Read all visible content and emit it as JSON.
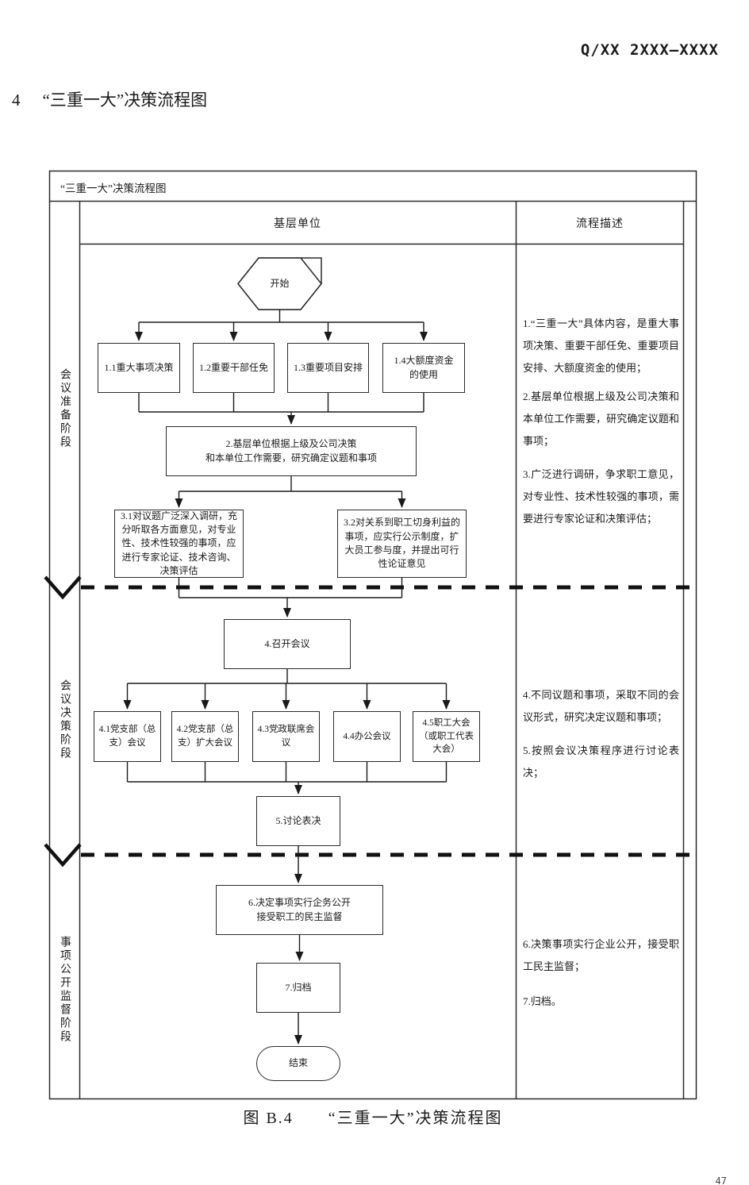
{
  "page": {
    "doc_code": "Q/XX 2XXX—XXXX",
    "section_number": "4",
    "section_title": "“三重一大”决策流程图",
    "figure_caption": "图 B.4　　“三重一大”决策流程图",
    "page_number": "47"
  },
  "flowchart": {
    "title": "“三重一大”决策流程图",
    "columns": {
      "main": "基层单位",
      "desc": "流程描述"
    },
    "phases": [
      "会议准备阶段",
      "会议决策阶段",
      "事项公开监督阶段"
    ],
    "nodes": {
      "start": "开始",
      "n1_1": "1.1重大事项决策",
      "n1_2": "1.2重要干部任免",
      "n1_3": "1.3重要项目安排",
      "n1_4": "1.4大额度资金\n的使用",
      "n2": "2.基层单位根据上级及公司决策\n和本单位工作需要，研究确定议题和事项",
      "n3_1": "3.1对议题广泛深入调研，充\n分听取各方面意见，对专业\n性、技术性较强的事项，应\n进行专家论证、技术咨询、\n决策评估",
      "n3_2": "3.2对关系到职工切身利益的\n事项，应实行公示制度，扩\n大员工参与度，并提出可行\n性论证意见",
      "n4": "4.召开会议",
      "n4_1": "4.1党支部（总\n支）会议",
      "n4_2": "4.2党支部（总\n支）扩大会议",
      "n4_3": "4.3党政联席会\n议",
      "n4_4": "4.4办公会议",
      "n4_5": "4.5职工大会\n（或职工代表\n大会）",
      "n5": "5.讨论表决",
      "n6": "6.决定事项实行企务公开\n接受职工的民主监督",
      "n7": "7.归档",
      "end": "结束"
    },
    "descriptions": [
      "1.“三重一大”具体内容，是重大事项决策、重要干部任免、重要项目安排、大额度资金的使用；",
      "2.基层单位根据上级及公司决策和本单位工作需要，研究确定议题和事项；",
      "3.广泛进行调研，争求职工意见，对专业性、技术性较强的事项，需要进行专家论证和决策评估；",
      "4.不同议题和事项，采取不同的会议形式，研究决定议题和事项；",
      "5.按照会议决策程序进行讨论表决；",
      "6.决策事项实行企业公开，接受职工民主监督；",
      "7.归档。"
    ]
  }
}
